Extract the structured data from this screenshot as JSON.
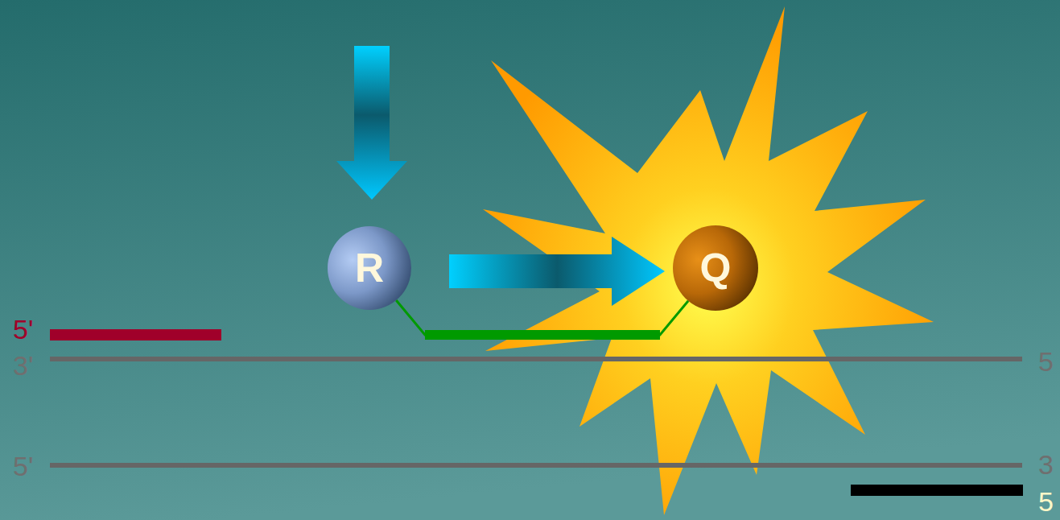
{
  "diagram": {
    "nodes": [
      {
        "text": [
          "R"
        ]
      },
      {
        "text": [
          "Q"
        ]
      }
    ],
    "edges": [
      {
        "from": 0,
        "to": 1,
        "arrow": "to"
      },
      {
        "from": 0,
        "to": 1,
        "arrow": "none"
      }
    ],
    "labels": [
      "5'",
      "3'",
      "5",
      "5'",
      "3",
      "5"
    ]
  }
}
